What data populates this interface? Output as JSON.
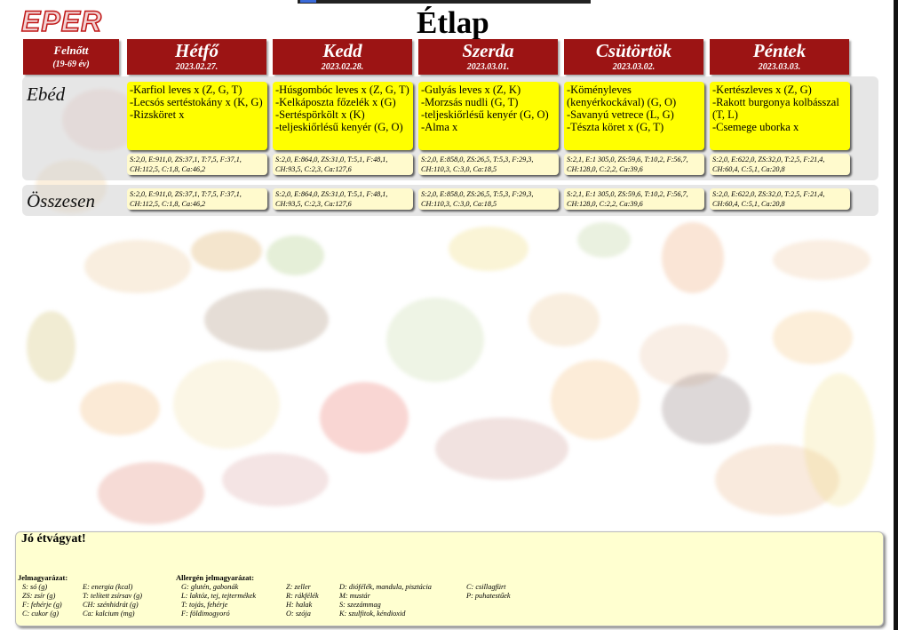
{
  "brand": {
    "logo": "EPER",
    "title": "Étlap"
  },
  "audience": {
    "label": "Felnőtt",
    "age": "(19-69 év)"
  },
  "days": [
    {
      "name": "Hétfő",
      "date": "2023.02.27.",
      "lunch": [
        "-Karfiol leves x (Z, G, T)",
        "-Lecsós sertéstokány x (K, G)",
        "-Rizsköret x"
      ],
      "nutrition": "S:2,0, E:911,0, ZS:37,1, T:7,5, F:37,1, CH:112,5, C:1,8, Ca:46,2",
      "total": "S:2,0, E:911,0, ZS:37,1, T:7,5, F:37,1, CH:112,5, C:1,8, Ca:46,2"
    },
    {
      "name": "Kedd",
      "date": "2023.02.28.",
      "lunch": [
        "-Húsgombóc leves x (Z, G, T)",
        "-Kelkáposzta főzelék x (G)",
        "-Sertéspörkölt x (K)",
        "-teljeskiőrlésű kenyér (G, O)"
      ],
      "nutrition": "S:2,0, E:864,0, ZS:31,0, T:5,1, F:48,1, CH:93,5, C:2,3, Ca:127,6",
      "total": "S:2,0, E:864,0, ZS:31,0, T:5,1, F:48,1, CH:93,5, C:2,3, Ca:127,6"
    },
    {
      "name": "Szerda",
      "date": "2023.03.01.",
      "lunch": [
        "-Gulyás leves x (Z, K)",
        "-Morzsás nudli (G, T)",
        "-teljeskiőrlésű kenyér (G, O)",
        "-Alma x"
      ],
      "nutrition": "S:2,0, E:858,0, ZS:26,5, T:5,3, F:29,3, CH:110,3, C:3,0, Ca:18,5",
      "total": "S:2,0, E:858,0, ZS:26,5, T:5,3, F:29,3, CH:110,3, C:3,0, Ca:18,5"
    },
    {
      "name": "Csütörtök",
      "date": "2023.03.02.",
      "lunch": [
        "-Köményleves",
        "(kenyérkockával) (G, O)",
        "-Savanyú vetrece (L, G)",
        "-Tészta köret x (G, T)"
      ],
      "nutrition": "S:2,1, E:1 305,0, ZS:59,6, T:10,2, F:56,7, CH:128,0, C:2,2, Ca:39,6",
      "total": "S:2,1, E:1 305,0, ZS:59,6, T:10,2, F:56,7, CH:128,0, C:2,2, Ca:39,6"
    },
    {
      "name": "Péntek",
      "date": "2023.03.03.",
      "lunch": [
        "-Kertészleves x (Z, G)",
        "-Rakott burgonya kolbásszal (T, L)",
        "-Csemege uborka x"
      ],
      "nutrition": "S:2,0, E:622,0, ZS:32,0, T:2,5, F:21,4, CH:60,4, C:5,1, Ca:20,8",
      "total": "S:2,0, E:622,0, ZS:32,0, T:2,5, F:21,4, CH:60,4, C:5,1, Ca:20,8"
    }
  ],
  "rows": {
    "lunch": "Ebéd",
    "total": "Összesen"
  },
  "footer": {
    "greeting": "Jó étvágyat!",
    "legend_title": "Jelmagyarázat:",
    "allergen_title": "Allergén jelmagyarázat:",
    "legend": [
      [
        "S: só (g)",
        "E: energia (kcal)"
      ],
      [
        "ZS: zsír (g)",
        "T: telített zsírsav (g)"
      ],
      [
        "F: fehérje (g)",
        "CH: szénhidrát (g)"
      ],
      [
        "C: cukor (g)",
        "Ca: kalcium (mg)"
      ]
    ],
    "allergens": [
      [
        "G: glutén, gabonák",
        "Z: zeller",
        "D: diófélék, mandula, pisztácia",
        "C: csillagfürt"
      ],
      [
        "L: laktóz, tej, tejtermékek",
        "R: rákfélék",
        "M: mustár",
        "P: puhatestűek"
      ],
      [
        "T: tojás, fehérje",
        "H: halak",
        "S: szezámmag",
        ""
      ],
      [
        "F: földimogyoró",
        "O: szója",
        "K: szulfitok, kéndioxid",
        ""
      ]
    ]
  }
}
